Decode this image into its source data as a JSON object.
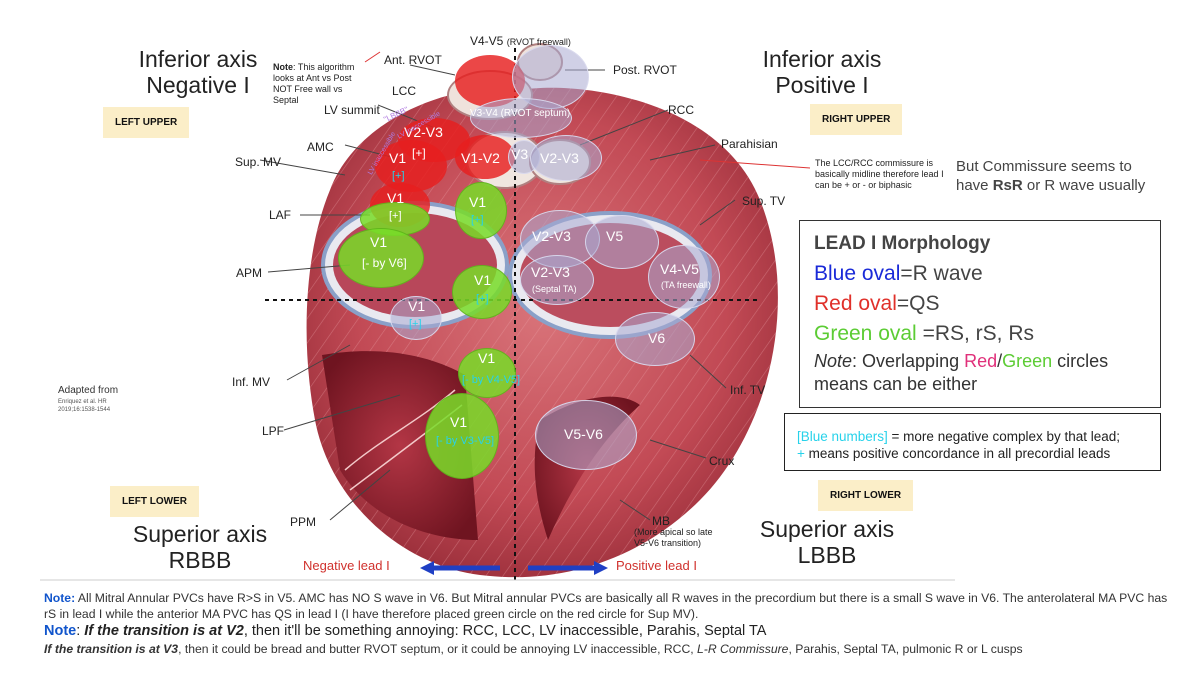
{
  "quadrants": {
    "upper_left": "Inferior axis\nNegative I",
    "upper_right": "Inferior axis\nPositive I",
    "lower_left": "Superior axis\nRBBB",
    "lower_right": "Superior axis\nLBBB"
  },
  "corner_badges": {
    "left_upper": "LEFT UPPER",
    "right_upper": "RIGHT UPPER",
    "left_lower": "LEFT LOWER",
    "right_lower": "RIGHT LOWER"
  },
  "algorithm_note": {
    "bold": "Note",
    "text": ": This algorithm looks at Ant vs Post NOT Free wall vs Septal"
  },
  "anatomy_labels": {
    "ant_rvot": "Ant. RVOT",
    "post_rvot": "Post. RVOT",
    "lcc": "LCC",
    "lv_summit": "LV summit",
    "amc": "AMC",
    "sup_mv": "Sup. MV",
    "laf": "LAF",
    "apm": "APM",
    "inf_mv": "Inf. MV",
    "lpf": "LPF",
    "ppm": "PPM",
    "rcc": "RCC",
    "parahisian": "Parahisian",
    "sup_tv": "Sup. TV",
    "inf_tv": "Inf. TV",
    "crux": "Crux",
    "mb": "MB",
    "mb_note": "(More apical so late V5-V6 transition)",
    "lbbb_small": "\"LBBB\"",
    "lv_inaccessible": "LV inaccessible",
    "lv_inaccessible2": "LV inaccessible"
  },
  "top_label": {
    "main": "V4-V5",
    "sub": "(RVOT freewall)"
  },
  "rvot_septum": "V3-V4 (RVOT septum)",
  "commissure": {
    "note": "The LCC/RCC commissure is basically midline therefore lead I can be + or - or biphasic",
    "side_text_1": "But Commissure seems to",
    "side_text_2_pre": "have ",
    "side_text_2_bold": "RsR",
    "side_text_2_post": " or R wave usually"
  },
  "oval_labels": {
    "v2v3_top": "V2-V3",
    "v1_amc": "V1",
    "plus_amc": "[+]",
    "plus_amc2": "[+]",
    "v1v2": "V1-V2",
    "v3": "V3",
    "v2v3_rcc": "V2-V3",
    "v1_supmv": "V1",
    "plus_supmv": "[+]",
    "v1_lcc_green": "V1",
    "plus_lcc_green": "[+]",
    "v1_laf": "V1",
    "minus_v6": "[- by V6]",
    "v2v3_tv": "V2-V3",
    "v5_tv": "V5",
    "v2v3_septal": "V2-V3",
    "septal_ta": "(Septal TA)",
    "v4v5_tv": "V4-V5",
    "ta_freewall": "(TA freewall)",
    "v1_mid": "V1",
    "plus_mid": "[+]",
    "v1_apm": "V1",
    "plus_apm": "[+]",
    "v6": "V6",
    "v1_inf": "V1",
    "minus_v4v5": "[- by V4-V5]",
    "v1_lpf": "V1",
    "minus_v3v5": "[- by V3-V5]",
    "v5v6": "V5-V6"
  },
  "adapted": {
    "title": "Adapted from",
    "cite": "Enriquez et al. HR 2019;16:1538-1544"
  },
  "axis_labels": {
    "negative": "Negative lead I",
    "positive": "Positive lead I"
  },
  "legend": {
    "title": "LEAD I Morphology",
    "blue_label": "Blue oval",
    "blue_value": "=R wave",
    "red_label": "Red oval",
    "red_value": "=QS",
    "green_label": "Green oval",
    "green_value": " =RS, rS, Rs",
    "note_label": "Note",
    "note_text_1": ": Overlapping ",
    "note_red": "Red",
    "note_slash": "/",
    "note_green": "Green",
    "note_text_2": " circles",
    "note_text_3": "means can be either"
  },
  "key": {
    "blue_numbers": "[Blue numbers]",
    "line1_rest": " = more negative complex by that lead;",
    "plus": "+",
    "line2_rest": " means positive concordance in all precordial leads"
  },
  "notes": {
    "p1_bold": "Note:",
    "p1_text": " All Mitral Annular PVCs have R>S in V5. AMC has NO S wave in V6. But Mitral annular PVCs are basically all R waves in the precordium but there is a small S wave in V6. The anterolateral MA PVC has rS in lead I while the anterior MA PVC has QS in lead I (I have therefore placed green circle on the red circle for Sup MV).",
    "p2_bold": "Note",
    "p2_sep": ": ",
    "p2_italic": "If the transition is at V2",
    "p2_text": ", then it'll be something annoying: RCC, LCC, LV inaccessible, Parahis, Septal TA",
    "p3_italic": "If the transition is at V3",
    "p3_text_1": ", then it could be bread and butter RVOT septum, or it could be annoying LV inaccessible, RCC, ",
    "p3_italic2": "L-R Commissure",
    "p3_text_2": ", Parahis, Septal TA, pulmonic R or L cusps"
  },
  "colors": {
    "red_oval": "#e61e1e",
    "green_oval": "#78dc28",
    "blue_oval": "#aaaad2",
    "heart_muscle": "#c8535a",
    "legend_blue": "#1a2ad8",
    "legend_red": "#e0302a",
    "legend_green": "#5ccc34",
    "cyan_numbers": "#27d2ea",
    "badge_bg": "#fbeec8",
    "arrow_blue": "#1f3fc4",
    "axis_red": "#d0312d"
  }
}
